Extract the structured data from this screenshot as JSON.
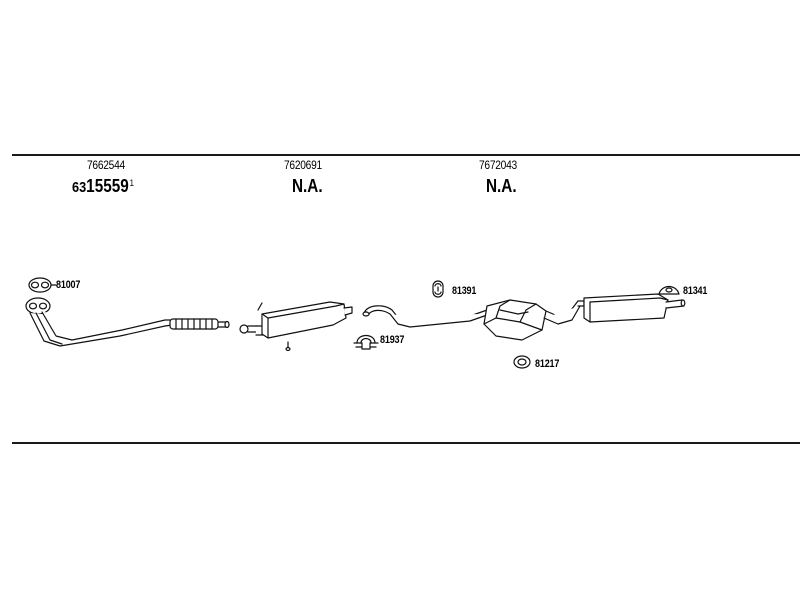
{
  "columns": [
    {
      "ref": "7662544",
      "code_prefix": "63",
      "code_main": "15559",
      "code_sup": "1"
    },
    {
      "ref": "7620691",
      "code": "N.A."
    },
    {
      "ref": "7672043",
      "code": "N.A."
    }
  ],
  "parts": [
    {
      "label": "81007"
    },
    {
      "label": "81391"
    },
    {
      "label": "81341"
    },
    {
      "label": "81937"
    },
    {
      "label": "81217"
    }
  ]
}
